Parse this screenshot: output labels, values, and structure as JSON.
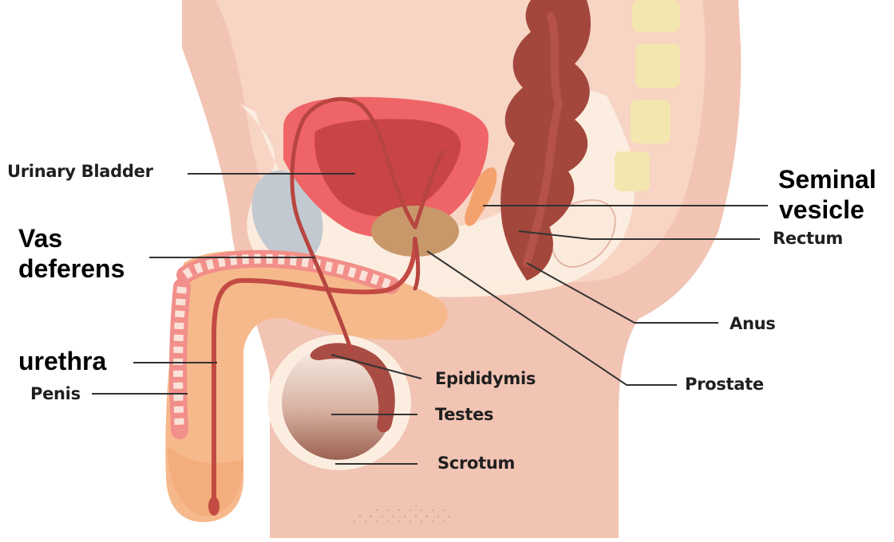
{
  "figure": {
    "labels": {
      "urinary_bladder": "Urinary Bladder",
      "seminal_vesicle_line1": "Seminal",
      "seminal_vesicle_line2": "vesicle",
      "vas_deferens_line1": "Vas",
      "vas_deferens_line2": "deferens",
      "rectum": "Rectum",
      "anus": "Anus",
      "urethra": "urethra",
      "epididymis": "Epididymis",
      "prostate": "Prostate",
      "penis": "Penis",
      "testes": "Testes",
      "scrotum": "Scrotum"
    }
  },
  "colors": {
    "body_outer": "#f2c4b3",
    "body_inner": "#f7d4c4",
    "pelvis_cream": "#fbeee0",
    "bladder_outer": "#ef6467",
    "bladder_inner": "#c94545",
    "colon": "#a3473c",
    "prostate": "#c8986a",
    "seminal_vesicle": "#f4a26d",
    "vas_deferens": "#b7453f",
    "penis_orange": "#f6b98b",
    "spongy_pink": "#f28f8a",
    "testis_top": "#f8efe8",
    "testis_bottom": "#a0685a",
    "pubic_bone": "#c2c9d0",
    "spine": "#f3e6ae",
    "leader_line": "#333333"
  }
}
